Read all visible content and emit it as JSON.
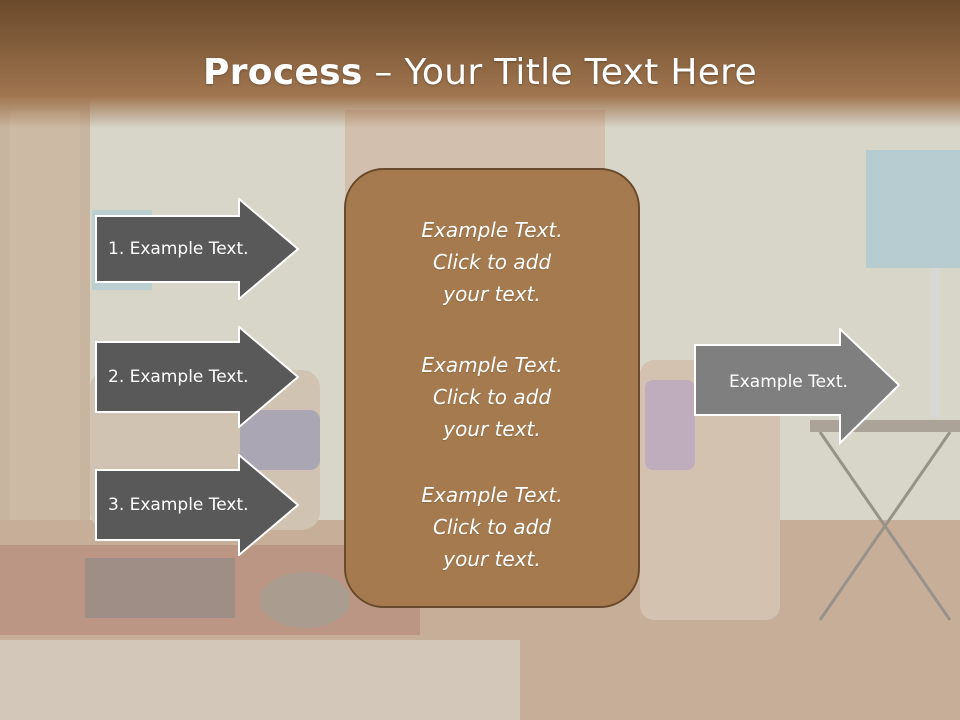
{
  "slide": {
    "title_bold": "Process",
    "title_rest": " – Your Title Text Here"
  },
  "left_steps": [
    {
      "label": "1. Example Text."
    },
    {
      "label": "2. Example Text."
    },
    {
      "label": "3. Example Text."
    }
  ],
  "center_items": [
    {
      "text": "Example Text.\nClick  to add\nyour text."
    },
    {
      "text": "Example Text.\nClick  to add\nyour text."
    },
    {
      "text": "Example Text.\nClick  to add\nyour text."
    }
  ],
  "right_step": {
    "label": "Example Text."
  },
  "colors": {
    "title_bar": "#8a6340",
    "arrow_fill_dark": "#595959",
    "arrow_fill_right": "#7f7f7f",
    "center_box": "#a57a4e",
    "center_border": "#6a4a2c"
  }
}
